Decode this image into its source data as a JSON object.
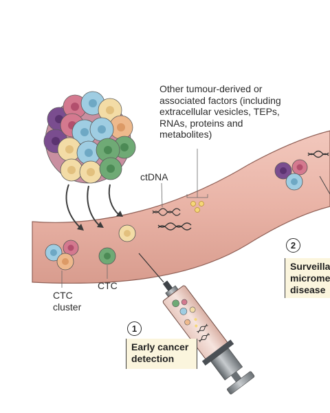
{
  "labels": {
    "other_factors": [
      "Other tumour-derived or",
      "associated factors (including",
      "extracellular vesicles, TEPs,",
      "RNAs, proteins and",
      "metabolites)"
    ],
    "ctdna": "ctDNA",
    "ctc": "CTC",
    "ctc_cluster": [
      "CTC",
      "cluster"
    ]
  },
  "callouts": [
    {
      "number": "1",
      "lines": [
        "Early cancer",
        "detection"
      ]
    },
    {
      "number": "2",
      "lines": [
        "Surveilla",
        "micrometa",
        "disease"
      ]
    }
  ],
  "colors": {
    "vessel": "#e7b5a8",
    "vessel_edge": "#9c6a60",
    "box_fill": "#fbf5dd",
    "cell_blue": "#9fcde2",
    "cell_pink": "#d4798f",
    "cell_purple": "#7a4d8f",
    "cell_yellow": "#f3dca6",
    "cell_green": "#6faa75",
    "cell_orange": "#eeb98c"
  },
  "icons": [
    "tumour-cluster-icon",
    "dna-helix-icon",
    "syringe-icon",
    "vesicle-icon",
    "arrow-icon"
  ]
}
